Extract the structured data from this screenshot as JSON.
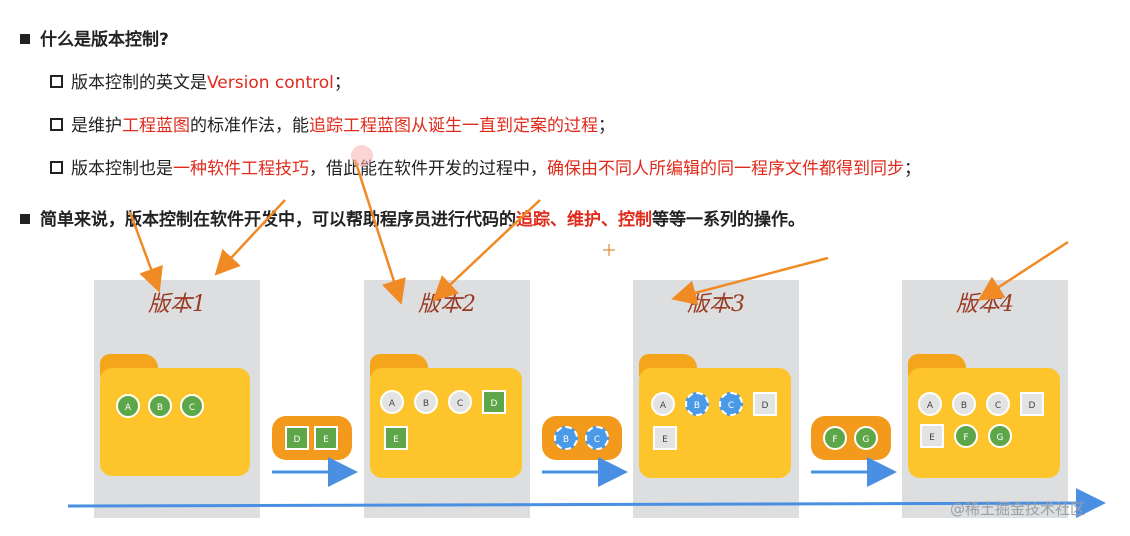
{
  "bullets": {
    "heading": "什么是版本控制?",
    "sub1": {
      "prefix": "版本控制的英文是",
      "red": "Version control",
      "suffix": "；"
    },
    "sub2": {
      "p1": "是维护",
      "r1": "工程蓝图",
      "p2": "的标准作法，能",
      "r2": "追踪工程蓝图从诞生一直到定案的过程",
      "p3": "；"
    },
    "sub3": {
      "p1": "版本控制也是",
      "r1": "一种软件工程技巧",
      "p2": "，借此能在软件开发的过程中，",
      "r2": "确保由不同人所编辑的同一程序文件都得到同步",
      "p3": "；"
    },
    "summary": {
      "p1": "简单来说，版本控制在软件开发中，可以帮助程序员进行代码的",
      "r1": "追踪、维护、控制",
      "p2": "等等一系列的操作。"
    }
  },
  "versions": [
    {
      "title": "版本1",
      "items": [
        "A",
        "B",
        "C"
      ]
    },
    {
      "title": "版本2",
      "items": [
        "A",
        "B",
        "C",
        "D",
        "E"
      ]
    },
    {
      "title": "版本3",
      "items": [
        "A",
        "B",
        "C",
        "D",
        "E"
      ]
    },
    {
      "title": "版本4",
      "items": [
        "A",
        "B",
        "C",
        "D",
        "E",
        "F",
        "G"
      ]
    }
  ],
  "changes": [
    {
      "items": [
        "D",
        "E"
      ]
    },
    {
      "items": [
        "B",
        "C"
      ]
    },
    {
      "items": [
        "F",
        "G"
      ]
    }
  ],
  "watermark": "@稀土掘金技术社区",
  "colors": {
    "accent_red": "#e02a1c",
    "arrow_orange": "#f08a24",
    "arrow_blue": "#4a90e2",
    "folder": "#fdc52b"
  }
}
